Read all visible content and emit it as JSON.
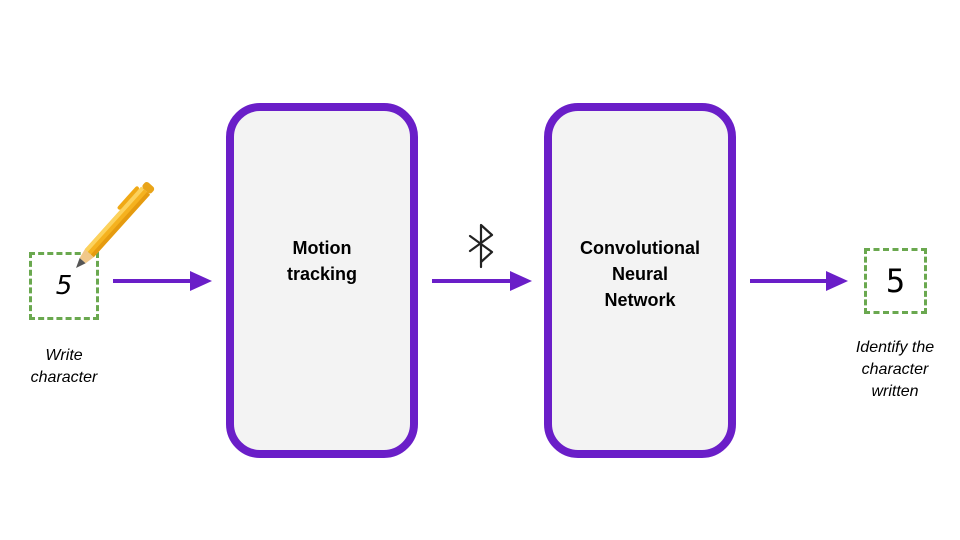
{
  "input": {
    "character": "5",
    "caption_line1": "Write",
    "caption_line2": "character"
  },
  "blocks": {
    "motion_tracking": {
      "line1": "Motion",
      "line2": "tracking"
    },
    "cnn": {
      "line1": "Convolutional",
      "line2": "Neural",
      "line3": "Network"
    }
  },
  "output": {
    "character": "5",
    "caption_line1": "Identify the",
    "caption_line2": "character",
    "caption_line3": "written"
  },
  "icons": {
    "pencil": "pencil-icon",
    "bluetooth": "bluetooth-icon"
  },
  "colors": {
    "accent": "#6a1ec8",
    "dashed_border": "#6aa84f",
    "block_fill": "#f3f3f3"
  }
}
